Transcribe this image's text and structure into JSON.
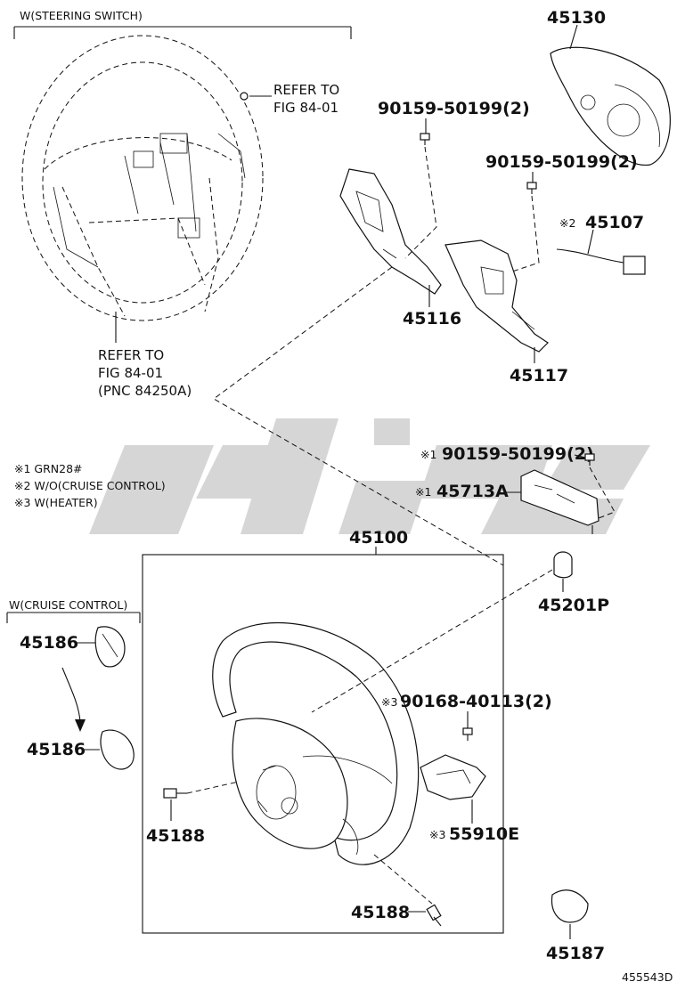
{
  "labels": {
    "steering_switch_header": "W(STEERING SWITCH)",
    "refer_fig_1_line1": "REFER TO",
    "refer_fig_1_line2": "FIG 84-01",
    "refer_fig_2_line1": "REFER TO",
    "refer_fig_2_line2": "FIG 84-01",
    "refer_fig_2_line3": "(PNC 84250A)",
    "cruise_control_header": "W(CRUISE CONTROL)",
    "doc_id": "455543D"
  },
  "notes": [
    "※1 GRN28#",
    "※2 W/O(CRUISE CONTROL)",
    "※3 W(HEATER)"
  ],
  "parts": {
    "p45130": "45130",
    "p90159_a": "90159-50199(2)",
    "p90159_b": "90159-50199(2)",
    "p45107": "45107",
    "p45107_mark": "※2",
    "p45116": "45116",
    "p45117": "45117",
    "p90159_c": "90159-50199(2)",
    "p90159_c_mark": "※1",
    "p45713A": "45713A",
    "p45713A_mark": "※1",
    "p45100": "45100",
    "p45201P": "45201P",
    "p45186_a": "45186",
    "p45186_b": "45186",
    "p90168": "90168-40113(2)",
    "p90168_mark": "※3",
    "p45188_a": "45188",
    "p45188_b": "45188",
    "p55910E": "55910E",
    "p55910E_mark": "※3",
    "p45187": "45187"
  }
}
